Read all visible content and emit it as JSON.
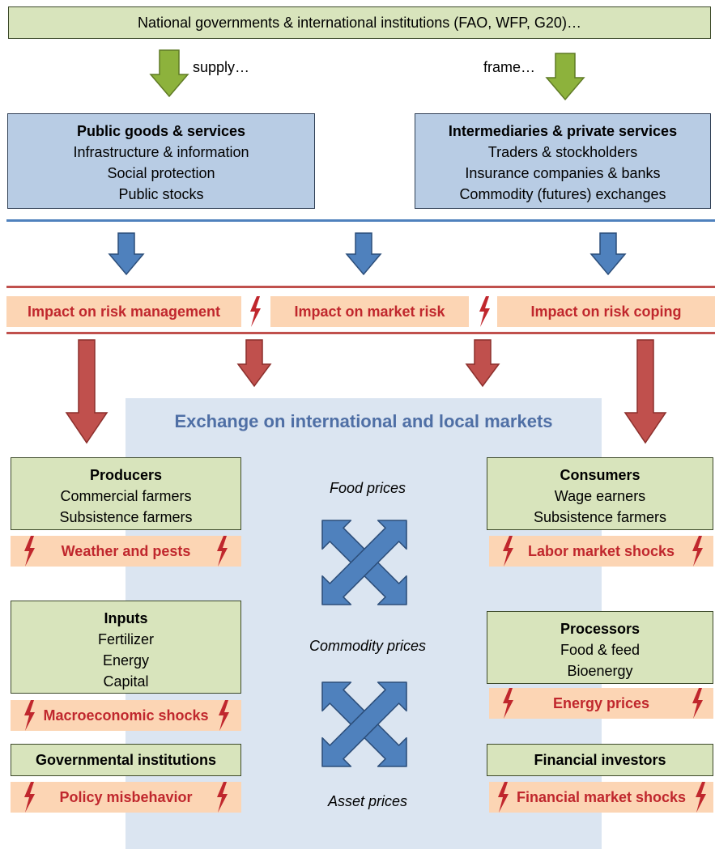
{
  "top_banner": "National governments  &  international institutions (FAO, WFP, G20)…",
  "labels": {
    "supply": "supply…",
    "frame": "frame…"
  },
  "public_box": {
    "title": "Public goods & services",
    "lines": [
      "Infrastructure & information",
      "Social protection",
      "Public stocks"
    ]
  },
  "intermediaries_box": {
    "title": "Intermediaries & private services",
    "lines": [
      "Traders & stockholders",
      "Insurance companies & banks",
      "Commodity (futures) exchanges"
    ]
  },
  "impacts": [
    "Impact on risk management",
    "Impact on market risk",
    "Impact on risk coping"
  ],
  "exchange_title": "Exchange on international and local markets",
  "prices": [
    "Food prices",
    "Commodity prices",
    "Asset prices"
  ],
  "producers": {
    "title": "Producers",
    "lines": [
      "Commercial farmers",
      "Subsistence farmers"
    ],
    "shock": "Weather and pests"
  },
  "consumers": {
    "title": "Consumers",
    "lines": [
      "Wage earners",
      "Subsistence farmers"
    ],
    "shock": "Labor market shocks"
  },
  "inputs": {
    "title": "Inputs",
    "lines": [
      "Fertilizer",
      "Energy",
      "Capital"
    ],
    "shock": "Macroeconomic shocks"
  },
  "processors": {
    "title": "Processors",
    "lines": [
      "Food & feed",
      "Bioenergy"
    ],
    "shock": "Energy prices"
  },
  "governmental": {
    "title": "Governmental institutions",
    "shock": "Policy misbehavior"
  },
  "investors": {
    "title": "Financial investors",
    "shock": "Financial market shocks"
  },
  "colors": {
    "green_fill": "#d8e4bc",
    "blue_fill": "#b8cce4",
    "orange_fill": "#fcd5b4",
    "red_text": "#c0272d",
    "blue_line": "#4f81bd",
    "red_line": "#c0504d",
    "exchange_bg": "#dbe5f1",
    "exchange_title": "#4f6fa5"
  },
  "icons": [
    "lightning-bolt-icon",
    "down-arrow-icon",
    "double-headed-cross-arrow-icon"
  ]
}
